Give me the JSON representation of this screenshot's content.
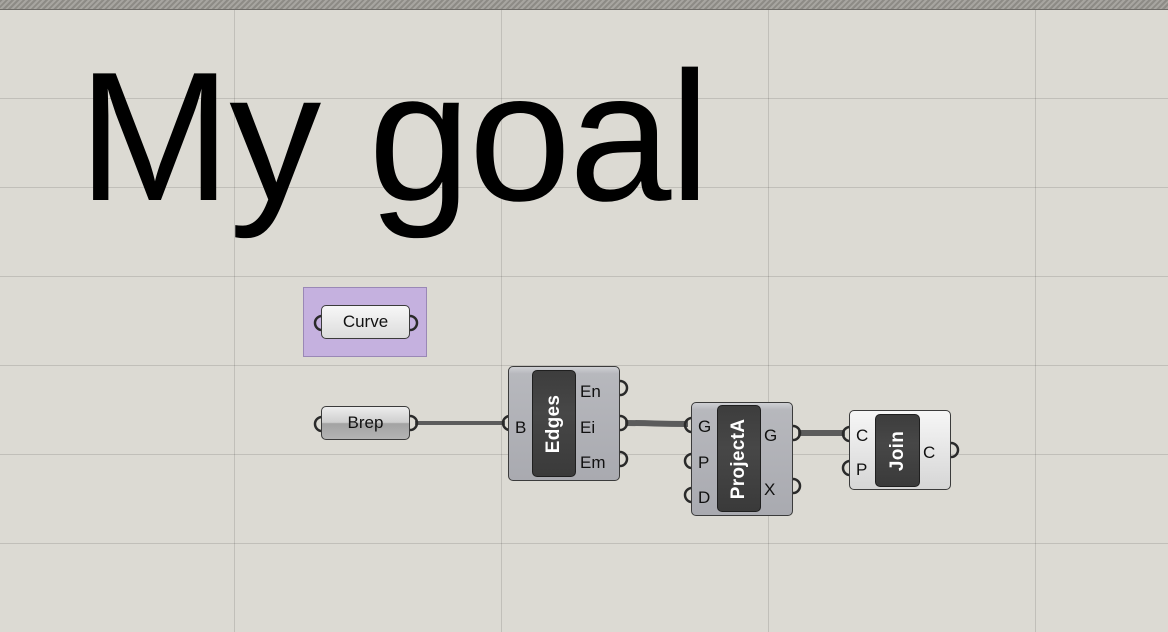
{
  "panel": {
    "text": "My goal"
  },
  "params": {
    "curve_label": "Curve",
    "brep_label": "Brep"
  },
  "components": {
    "edges": {
      "title": "Edges",
      "inputs": [
        "B"
      ],
      "outputs": [
        "En",
        "Ei",
        "Em"
      ]
    },
    "project": {
      "title": "ProjectA",
      "inputs": [
        "G",
        "P",
        "D"
      ],
      "outputs": [
        "G",
        "X"
      ]
    },
    "join": {
      "title": "Join",
      "inputs": [
        "C",
        "P"
      ],
      "outputs": [
        "C"
      ]
    }
  },
  "colors": {
    "canvas": "#dcdad3",
    "group": "#c5b1df",
    "wire": "#5a5a5a",
    "component_bar": "#404040"
  }
}
